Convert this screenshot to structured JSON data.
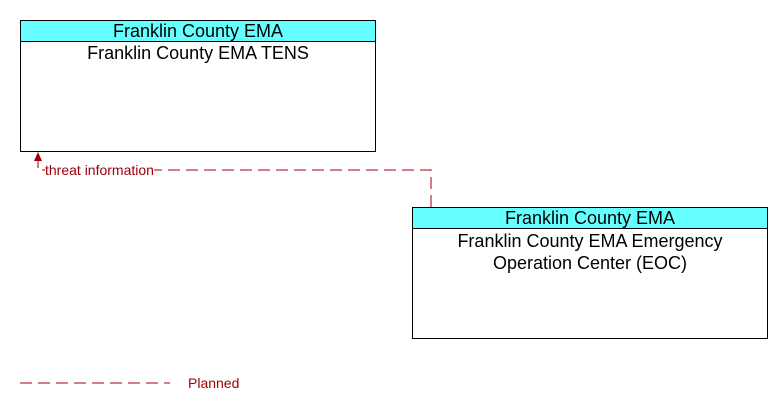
{
  "nodes": {
    "tens": {
      "owner": "Franklin County EMA",
      "name": "Franklin County EMA TENS"
    },
    "eoc": {
      "owner": "Franklin County EMA",
      "name_line1": "Franklin County EMA Emergency",
      "name_line2": "Operation Center (EOC)"
    }
  },
  "flows": [
    {
      "label": "threat information",
      "from": "Franklin County EMA Emergency Operation Center (EOC)",
      "to": "Franklin County EMA TENS",
      "status": "Planned"
    }
  ],
  "legend": {
    "planned_label": "Planned"
  },
  "colors": {
    "header": "#66ffff",
    "planned": "#a0000a"
  }
}
